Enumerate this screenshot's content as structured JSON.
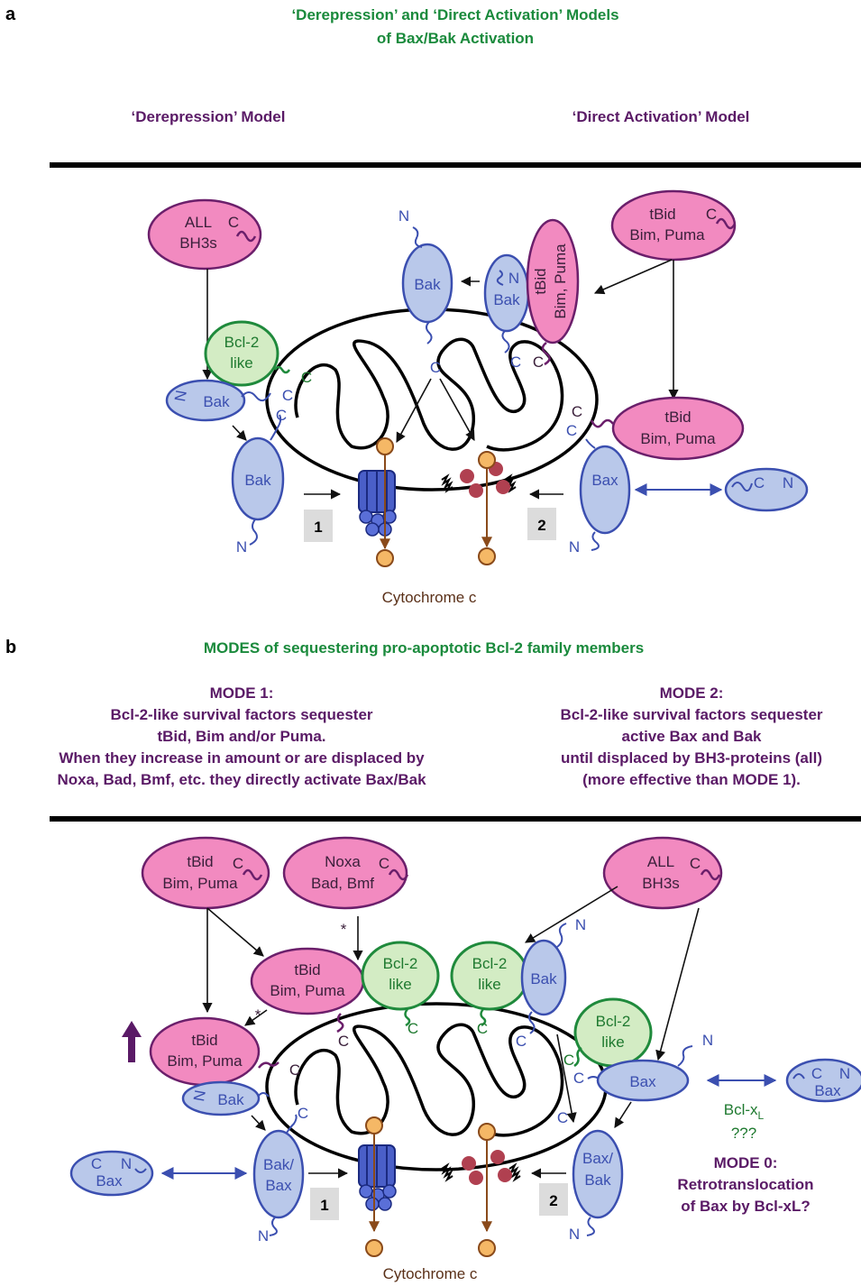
{
  "panel_a": {
    "letter": "a",
    "title_line1": "‘Derepression’ and ‘Direct Activation’ Models",
    "title_line2": "of Bax/Bak Activation",
    "left_model_q": "‘Derepression’",
    "left_model_word": " Model",
    "right_model": "‘Direct Activation’ Model",
    "all_bh3_line1": "ALL",
    "all_bh3_line2": "BH3s",
    "bcl2_line1": "Bcl-2",
    "bcl2_line2": "like",
    "bak": "Bak",
    "bax": "Bax",
    "tbid": "tBid",
    "bim_puma": "Bim, Puma",
    "c": "C",
    "n": "N",
    "box1": "1",
    "box2": "2",
    "cytochrome": "Cytochrome c"
  },
  "panel_b": {
    "letter": "b",
    "title": "MODES of sequestering pro-apoptotic Bcl-2 family members",
    "mode1_title": "MODE 1:",
    "mode1_line1": "Bcl-2-like survival factors sequester",
    "mode1_line2": "tBid, Bim and/or Puma.",
    "mode1_line3": "When they increase in amount or are displaced by",
    "mode1_line4": "Noxa, Bad, Bmf, etc. they directly activate Bax/Bak",
    "mode2_title": "MODE 2:",
    "mode2_line1": "Bcl-2-like survival factors sequester",
    "mode2_line2": "active Bax and Bak",
    "mode2_line3": "until displaced by BH3-proteins (all)",
    "mode2_line4": "(more effective than MODE 1).",
    "tbid": "tBid",
    "bim_puma": "Bim, Puma",
    "noxa": "Noxa",
    "bad_bmf": "Bad, Bmf",
    "all_line1": "ALL",
    "all_line2": "BH3s",
    "bcl2_line1": "Bcl-2",
    "bcl2_line2": "like",
    "bak": "Bak",
    "bax": "Bax",
    "bak_bax_1": "Bak/",
    "bak_bax_2": "Bax",
    "bax_bak_1": "Bax/",
    "bax_bak_2": "Bak",
    "c": "C",
    "n": "N",
    "star": "*",
    "bclxl": "Bcl-x",
    "bclxl_sub": "L",
    "qqq": "???",
    "mode0_line1": "MODE 0:",
    "mode0_line2": "Retrotranslocation",
    "mode0_line3": "of Bax by Bcl-xL?",
    "box1": "1",
    "box2": "2",
    "cytochrome": "Cytochrome c"
  },
  "colors": {
    "green_title": "#1a8a3c",
    "purple_text": "#5a1a66",
    "pink_fill": "#f28ac0",
    "blue_fill": "#b9c8ea",
    "green_fill": "#d3ecc4"
  }
}
